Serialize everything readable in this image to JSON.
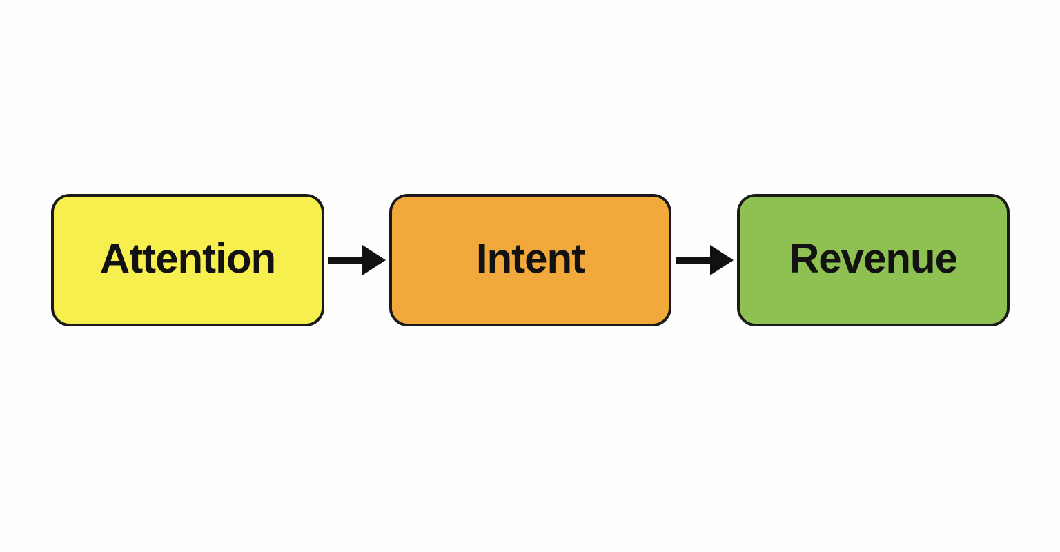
{
  "diagram": {
    "type": "flow",
    "direction": "left-to-right",
    "background": "#fefefe",
    "nodes": [
      {
        "id": "attention",
        "label": "Attention",
        "fill": "#f7ef4e",
        "border": "#1a1a1a",
        "text_color": "#121212"
      },
      {
        "id": "intent",
        "label": "Intent",
        "fill": "#f2a93c",
        "border": "#1a1a1a",
        "text_color": "#121212"
      },
      {
        "id": "revenue",
        "label": "Revenue",
        "fill": "#8ec152",
        "border": "#1a1a1a",
        "text_color": "#121212"
      }
    ],
    "connectors": [
      {
        "from": "attention",
        "to": "intent",
        "style": "solid-arrow",
        "color": "#111111"
      },
      {
        "from": "intent",
        "to": "revenue",
        "style": "solid-arrow",
        "color": "#111111"
      }
    ]
  }
}
